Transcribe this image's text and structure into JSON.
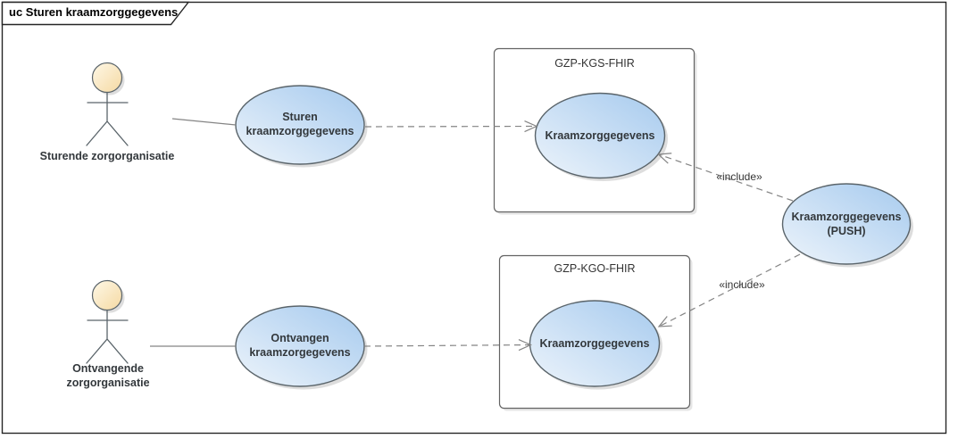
{
  "theme": {
    "canvas_bg": "#ffffff",
    "frame_border": "#262626",
    "title_text": "#000000",
    "node_border": "#5a646a",
    "node_fill_light": "#edf4fb",
    "node_fill_dark": "#a6caee",
    "node_text": "#33383c",
    "box_border": "#636363",
    "box_label": "#333333",
    "connector": "#848484",
    "actor_fill_light": "#fef8e7",
    "actor_fill_dark": "#f5d9a2",
    "shadow": "#c6c6c6"
  },
  "frame": {
    "tab_label": "uc Sturen kraamzorggegevens"
  },
  "actors": {
    "sender": {
      "label": "Sturende zorgorganisatie"
    },
    "receiver": {
      "label": "Ontvangende\nzorgorganisatie"
    }
  },
  "systems": {
    "kgs": {
      "label": "GZP-KGS-FHIR"
    },
    "kgo": {
      "label": "GZP-KGO-FHIR"
    }
  },
  "use_cases": {
    "sturen": {
      "label": "Sturen\nkraamzorggegevens"
    },
    "ontvangen": {
      "label": "Ontvangen\nkraamzorgegevens"
    },
    "kgs_inner": {
      "label": "Kraamzorggegevens"
    },
    "kgo_inner": {
      "label": "Kraamzorggegevens"
    },
    "push": {
      "label": "Kraamzorggegevens\n(PUSH)"
    }
  },
  "connectors": {
    "include_top_label": "«include»",
    "include_bottom_label": "«include»"
  }
}
